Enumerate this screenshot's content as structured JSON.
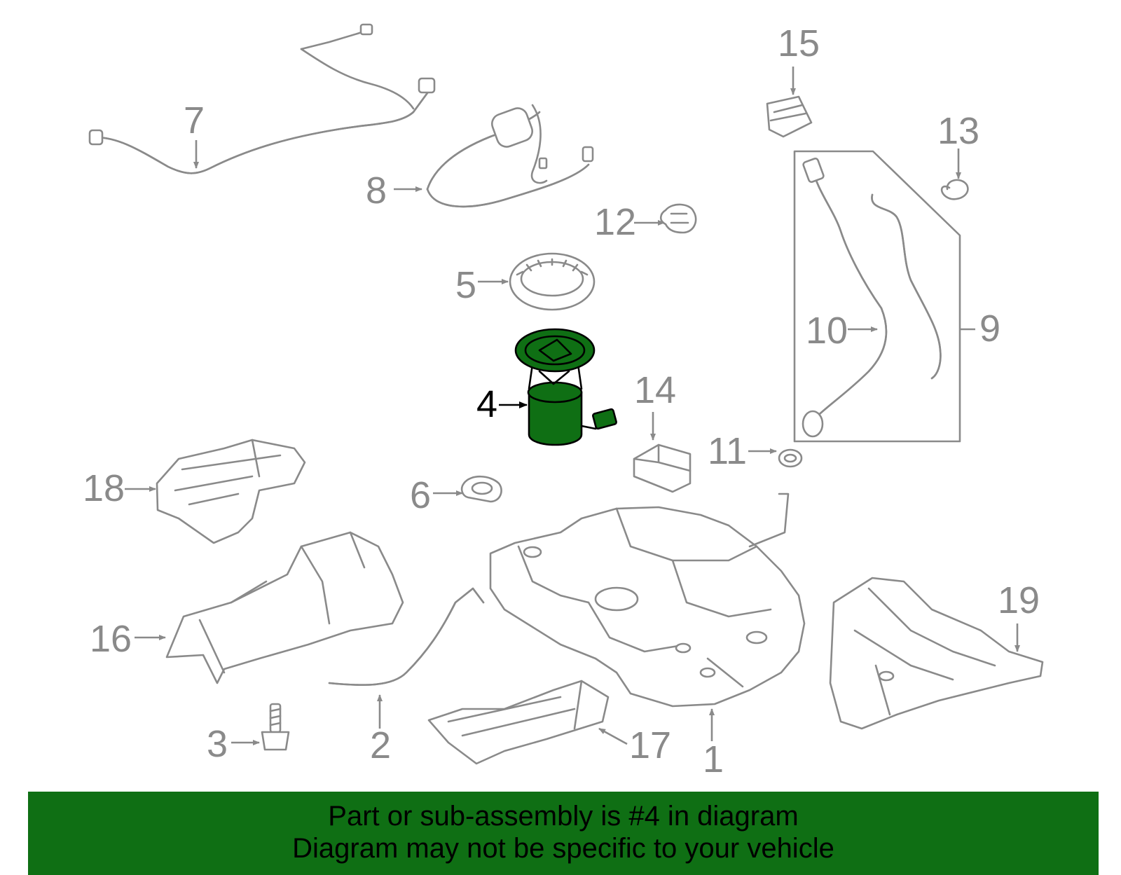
{
  "diagram": {
    "highlight_part": "4",
    "colors": {
      "highlight_fill": "#0f6f14",
      "outline": "#8a8a8a",
      "highlight_text": "#000000"
    },
    "callouts": {
      "c1": "1",
      "c2": "2",
      "c3": "3",
      "c4": "4",
      "c5": "5",
      "c6": "6",
      "c7": "7",
      "c8": "8",
      "c9": "9",
      "c10": "10",
      "c11": "11",
      "c12": "12",
      "c13": "13",
      "c14": "14",
      "c15": "15",
      "c16": "16",
      "c17": "17",
      "c18": "18",
      "c19": "19"
    }
  },
  "banner": {
    "line1": "Part or sub-assembly is #4 in diagram",
    "line2": "Diagram may not be specific to your vehicle",
    "color": "#0f6f14"
  }
}
